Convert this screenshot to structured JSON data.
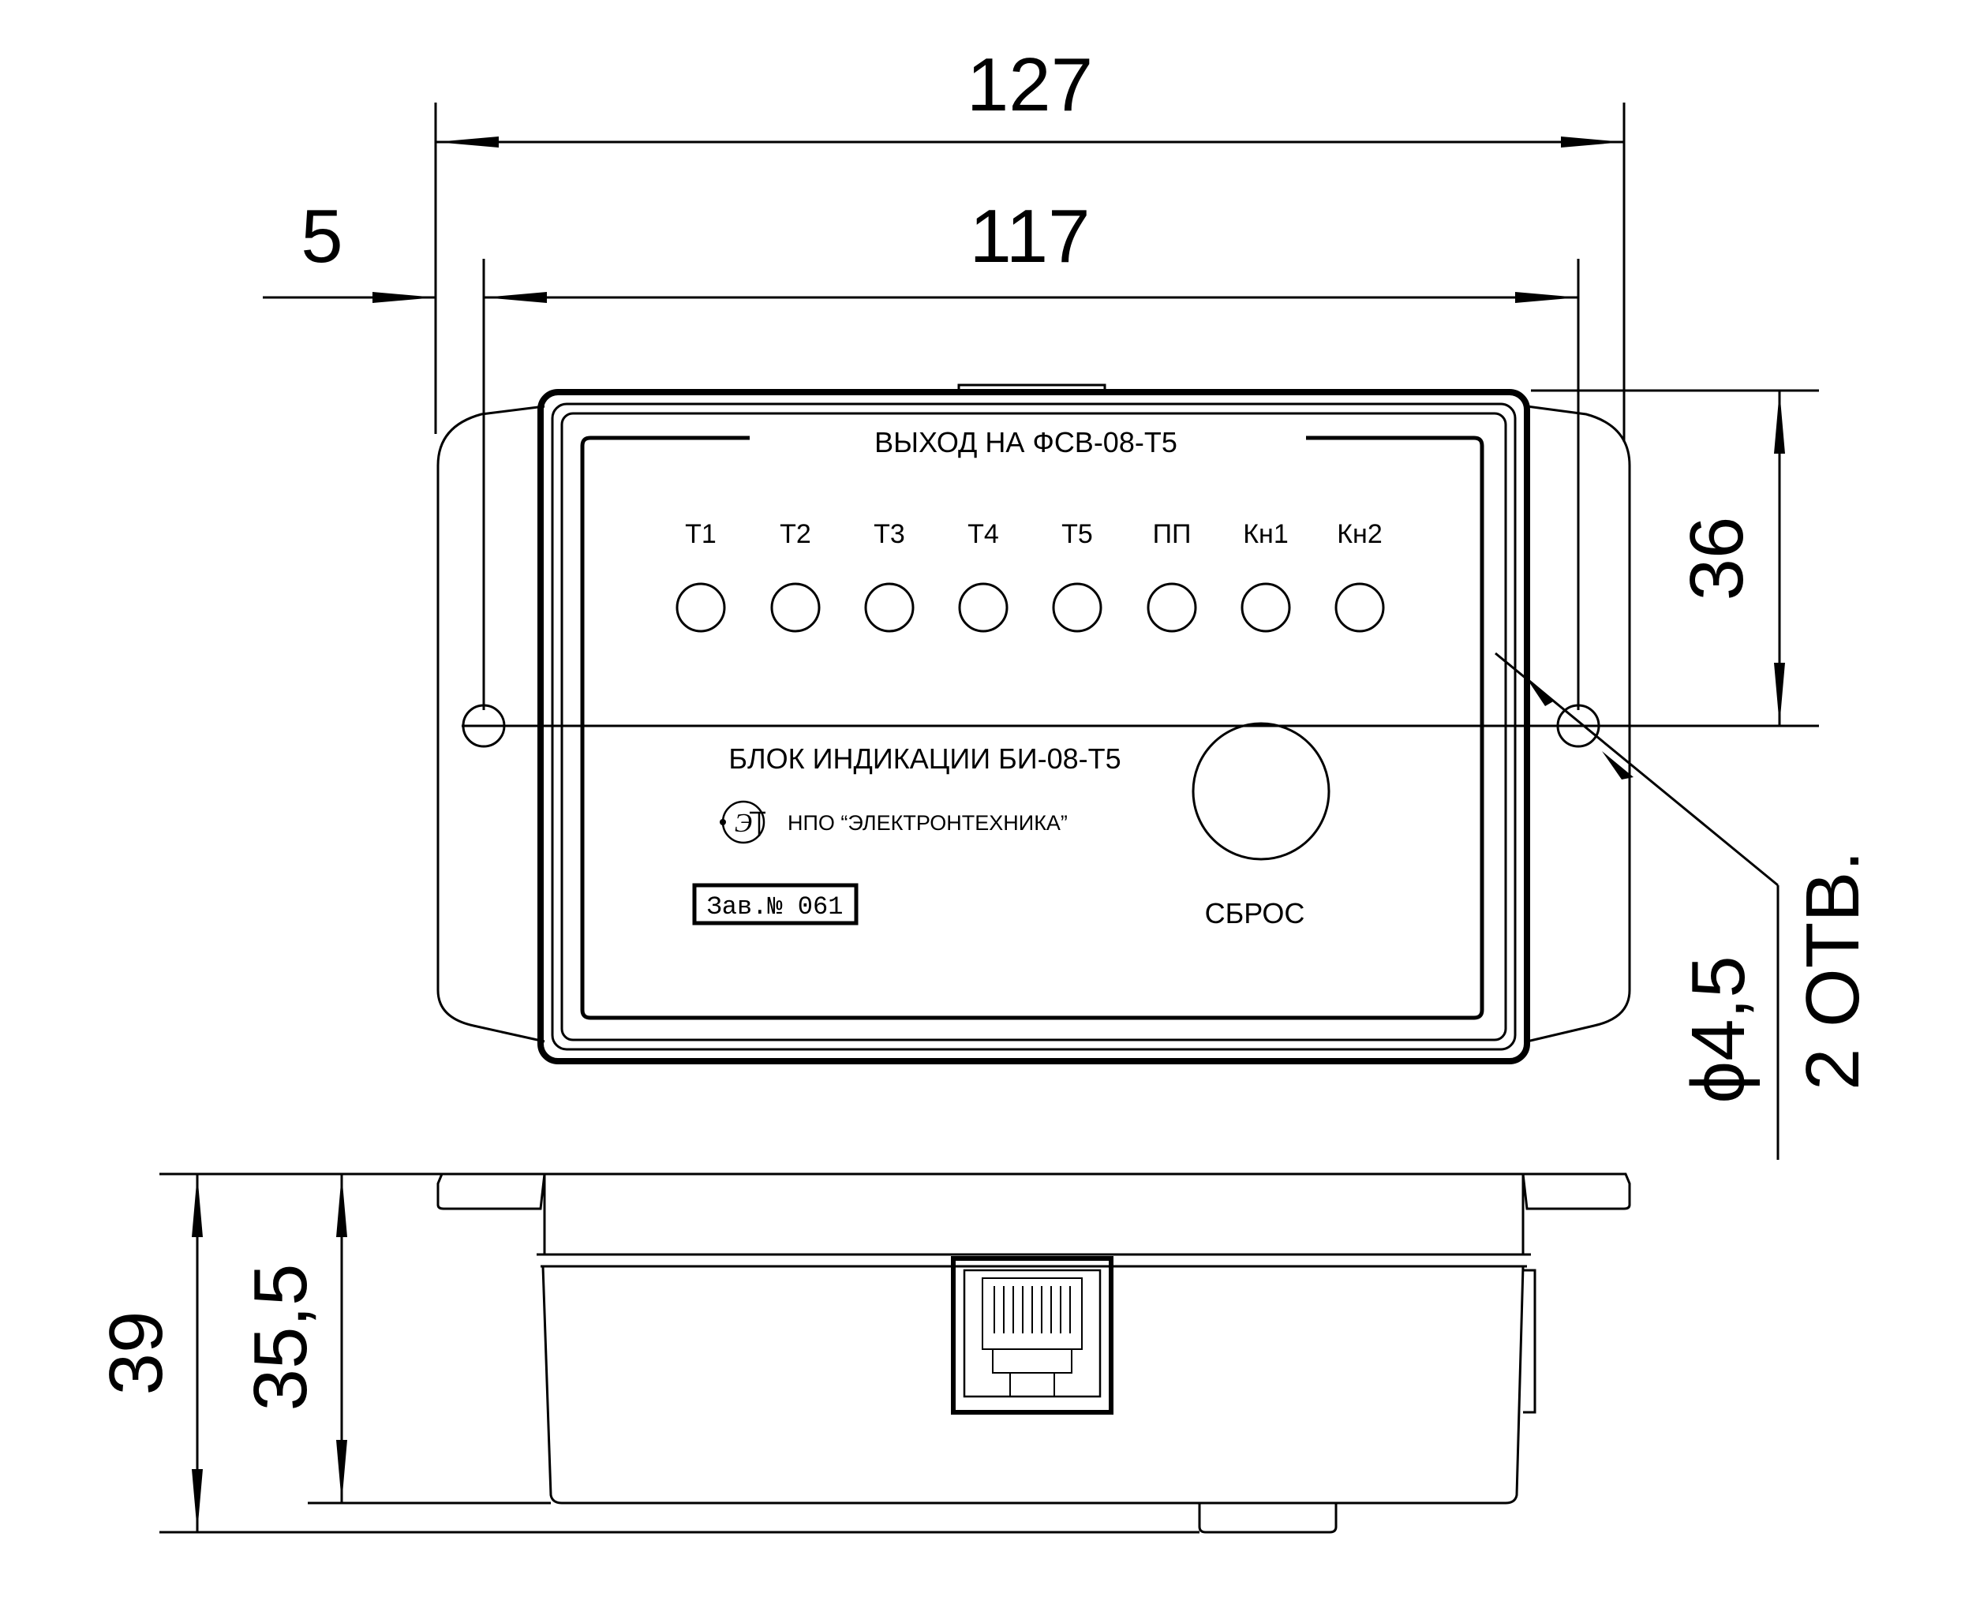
{
  "dimensions": {
    "overall_width": "127",
    "hole_spacing": "117",
    "flange_offset": "5",
    "hole_height": "36",
    "hole_diameter": "ϕ4,5",
    "hole_count": "2 ОТВ.",
    "total_height": "39",
    "body_height": "35,5"
  },
  "panel": {
    "output_label": "ВЫХОД НА ФСВ-08-Т5",
    "indicators": [
      "Т1",
      "Т2",
      "Т3",
      "Т4",
      "Т5",
      "ПП",
      "Кн1",
      "Кн2"
    ],
    "device_name": "БЛОК ИНДИКАЦИИ БИ-08-Т5",
    "manufacturer": "НПО “ЭЛЕКТРОНТЕХНИКА”",
    "serial": "Зав.№ 061",
    "reset_label": "СБРОС"
  },
  "icons": {
    "logo": "et-logo-icon",
    "indicator": "led-indicator",
    "button": "reset-button",
    "connector": "rj-connector-icon"
  }
}
